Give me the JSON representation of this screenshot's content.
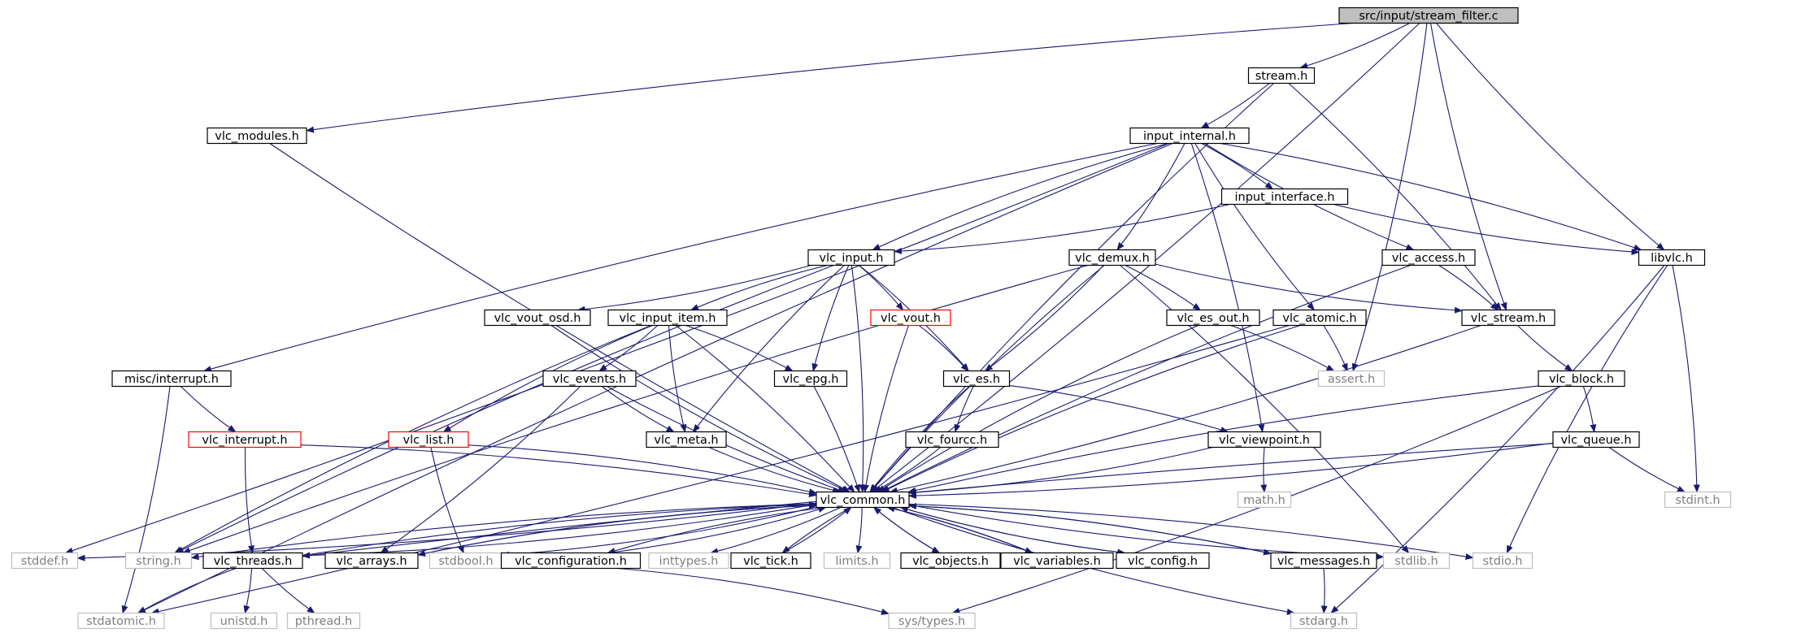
{
  "title": "src/input/stream_filter.c",
  "colors": {
    "edge": "#191970",
    "node_border": "#000000",
    "node_border_missing": "#bfbfbf",
    "node_border_truncated": "#ff0000",
    "root_fill": "#bfbfbf",
    "text": "#000000",
    "text_missing": "#7f7f7f"
  },
  "nodes": [
    {
      "id": "root",
      "label": "src/input/stream_filter.c",
      "style": "root"
    },
    {
      "id": "stream_h",
      "label": "stream.h",
      "style": "normal"
    },
    {
      "id": "vlc_modules_h",
      "label": "vlc_modules.h",
      "style": "normal"
    },
    {
      "id": "input_internal_h",
      "label": "input_internal.h",
      "style": "normal"
    },
    {
      "id": "input_interface_h",
      "label": "input_interface.h",
      "style": "normal"
    },
    {
      "id": "vlc_input_h",
      "label": "vlc_input.h",
      "style": "normal"
    },
    {
      "id": "vlc_demux_h",
      "label": "vlc_demux.h",
      "style": "normal"
    },
    {
      "id": "vlc_access_h",
      "label": "vlc_access.h",
      "style": "normal"
    },
    {
      "id": "libvlc_h",
      "label": "libvlc.h",
      "style": "normal"
    },
    {
      "id": "vlc_vout_osd_h",
      "label": "vlc_vout_osd.h",
      "style": "normal"
    },
    {
      "id": "vlc_input_item_h",
      "label": "vlc_input_item.h",
      "style": "normal"
    },
    {
      "id": "vlc_vout_h",
      "label": "vlc_vout.h",
      "style": "truncated"
    },
    {
      "id": "vlc_es_out_h",
      "label": "vlc_es_out.h",
      "style": "normal"
    },
    {
      "id": "vlc_atomic_h",
      "label": "vlc_atomic.h",
      "style": "normal"
    },
    {
      "id": "vlc_stream_h",
      "label": "vlc_stream.h",
      "style": "normal"
    },
    {
      "id": "misc_interrupt_h",
      "label": "misc/interrupt.h",
      "style": "normal"
    },
    {
      "id": "vlc_events_h",
      "label": "vlc_events.h",
      "style": "normal"
    },
    {
      "id": "vlc_epg_h",
      "label": "vlc_epg.h",
      "style": "normal"
    },
    {
      "id": "vlc_es_h",
      "label": "vlc_es.h",
      "style": "normal"
    },
    {
      "id": "assert_h",
      "label": "assert.h",
      "style": "missing"
    },
    {
      "id": "vlc_block_h",
      "label": "vlc_block.h",
      "style": "normal"
    },
    {
      "id": "vlc_interrupt_h",
      "label": "vlc_interrupt.h",
      "style": "truncated"
    },
    {
      "id": "vlc_list_h",
      "label": "vlc_list.h",
      "style": "truncated"
    },
    {
      "id": "vlc_meta_h",
      "label": "vlc_meta.h",
      "style": "normal"
    },
    {
      "id": "vlc_fourcc_h",
      "label": "vlc_fourcc.h",
      "style": "normal"
    },
    {
      "id": "vlc_viewpoint_h",
      "label": "vlc_viewpoint.h",
      "style": "normal"
    },
    {
      "id": "vlc_queue_h",
      "label": "vlc_queue.h",
      "style": "normal"
    },
    {
      "id": "math_h",
      "label": "math.h",
      "style": "missing"
    },
    {
      "id": "stdint_h",
      "label": "stdint.h",
      "style": "missing"
    },
    {
      "id": "vlc_common_h",
      "label": "vlc_common.h",
      "style": "normal"
    },
    {
      "id": "stddef_h",
      "label": "stddef.h",
      "style": "missing"
    },
    {
      "id": "string_h",
      "label": "string.h",
      "style": "missing"
    },
    {
      "id": "vlc_threads_h",
      "label": "vlc_threads.h",
      "style": "normal"
    },
    {
      "id": "vlc_arrays_h",
      "label": "vlc_arrays.h",
      "style": "normal"
    },
    {
      "id": "stdbool_h",
      "label": "stdbool.h",
      "style": "missing"
    },
    {
      "id": "vlc_configuration_h",
      "label": "vlc_configuration.h",
      "style": "normal"
    },
    {
      "id": "inttypes_h",
      "label": "inttypes.h",
      "style": "missing"
    },
    {
      "id": "vlc_tick_h",
      "label": "vlc_tick.h",
      "style": "normal"
    },
    {
      "id": "limits_h",
      "label": "limits.h",
      "style": "missing"
    },
    {
      "id": "vlc_objects_h",
      "label": "vlc_objects.h",
      "style": "normal"
    },
    {
      "id": "vlc_variables_h",
      "label": "vlc_variables.h",
      "style": "normal"
    },
    {
      "id": "vlc_config_h",
      "label": "vlc_config.h",
      "style": "normal"
    },
    {
      "id": "vlc_messages_h",
      "label": "vlc_messages.h",
      "style": "normal"
    },
    {
      "id": "stdlib_h",
      "label": "stdlib.h",
      "style": "missing"
    },
    {
      "id": "stdio_h",
      "label": "stdio.h",
      "style": "missing"
    },
    {
      "id": "stdatomic_h",
      "label": "stdatomic.h",
      "style": "missing"
    },
    {
      "id": "unistd_h",
      "label": "unistd.h",
      "style": "missing"
    },
    {
      "id": "pthread_h",
      "label": "pthread.h",
      "style": "missing"
    },
    {
      "id": "sys_types_h",
      "label": "sys/types.h",
      "style": "missing"
    },
    {
      "id": "stdarg_h",
      "label": "stdarg.h",
      "style": "missing"
    }
  ],
  "edges": [
    [
      "root",
      "stream_h"
    ],
    [
      "root",
      "vlc_modules_h"
    ],
    [
      "root",
      "vlc_common_h"
    ],
    [
      "root",
      "vlc_stream_h"
    ],
    [
      "root",
      "assert_h"
    ],
    [
      "root",
      "libvlc_h"
    ],
    [
      "stream_h",
      "input_internal_h"
    ],
    [
      "stream_h",
      "vlc_common_h"
    ],
    [
      "stream_h",
      "vlc_stream_h"
    ],
    [
      "vlc_modules_h",
      "vlc_common_h"
    ],
    [
      "input_internal_h",
      "input_interface_h"
    ],
    [
      "input_internal_h",
      "vlc_input_h"
    ],
    [
      "input_internal_h",
      "vlc_demux_h"
    ],
    [
      "input_internal_h",
      "vlc_access_h"
    ],
    [
      "input_internal_h",
      "libvlc_h"
    ],
    [
      "input_internal_h",
      "vlc_atomic_h"
    ],
    [
      "input_internal_h",
      "vlc_viewpoint_h"
    ],
    [
      "input_internal_h",
      "misc_interrupt_h"
    ],
    [
      "input_internal_h",
      "stddef_h"
    ],
    [
      "input_internal_h",
      "stdatomic_h"
    ],
    [
      "input_interface_h",
      "vlc_input_h"
    ],
    [
      "input_interface_h",
      "libvlc_h"
    ],
    [
      "vlc_input_h",
      "vlc_vout_osd_h"
    ],
    [
      "vlc_input_h",
      "vlc_input_item_h"
    ],
    [
      "vlc_input_h",
      "vlc_vout_h"
    ],
    [
      "vlc_input_h",
      "vlc_epg_h"
    ],
    [
      "vlc_input_h",
      "vlc_es_h"
    ],
    [
      "vlc_input_h",
      "vlc_meta_h"
    ],
    [
      "vlc_input_h",
      "vlc_common_h"
    ],
    [
      "vlc_input_h",
      "string_h"
    ],
    [
      "vlc_demux_h",
      "vlc_es_out_h"
    ],
    [
      "vlc_demux_h",
      "vlc_stream_h"
    ],
    [
      "vlc_demux_h",
      "vlc_es_h"
    ],
    [
      "vlc_demux_h",
      "vlc_common_h"
    ],
    [
      "vlc_demux_h",
      "stdlib_h"
    ],
    [
      "vlc_demux_h",
      "string_h"
    ],
    [
      "vlc_access_h",
      "vlc_stream_h"
    ],
    [
      "vlc_access_h",
      "vlc_common_h"
    ],
    [
      "libvlc_h",
      "stdint_h"
    ],
    [
      "libvlc_h",
      "stdio_h"
    ],
    [
      "libvlc_h",
      "stdarg_h"
    ],
    [
      "vlc_vout_osd_h",
      "vlc_common_h"
    ],
    [
      "vlc_input_item_h",
      "vlc_events_h"
    ],
    [
      "vlc_input_item_h",
      "vlc_meta_h"
    ],
    [
      "vlc_input_item_h",
      "vlc_epg_h"
    ],
    [
      "vlc_input_item_h",
      "vlc_list_h"
    ],
    [
      "vlc_input_item_h",
      "vlc_common_h"
    ],
    [
      "vlc_input_item_h",
      "string_h"
    ],
    [
      "vlc_vout_h",
      "vlc_es_h"
    ],
    [
      "vlc_vout_h",
      "vlc_common_h"
    ],
    [
      "vlc_es_out_h",
      "assert_h"
    ],
    [
      "vlc_es_out_h",
      "vlc_common_h"
    ],
    [
      "vlc_atomic_h",
      "assert_h"
    ],
    [
      "vlc_atomic_h",
      "vlc_common_h"
    ],
    [
      "vlc_atomic_h",
      "stdatomic_h"
    ],
    [
      "vlc_stream_h",
      "vlc_block_h"
    ],
    [
      "vlc_stream_h",
      "vlc_common_h"
    ],
    [
      "misc_interrupt_h",
      "vlc_interrupt_h"
    ],
    [
      "misc_interrupt_h",
      "stdatomic_h"
    ],
    [
      "vlc_events_h",
      "vlc_meta_h"
    ],
    [
      "vlc_events_h",
      "vlc_arrays_h"
    ],
    [
      "vlc_events_h",
      "vlc_common_h"
    ],
    [
      "vlc_epg_h",
      "vlc_common_h"
    ],
    [
      "vlc_es_h",
      "vlc_fourcc_h"
    ],
    [
      "vlc_es_h",
      "vlc_viewpoint_h"
    ],
    [
      "vlc_es_h",
      "vlc_common_h"
    ],
    [
      "vlc_block_h",
      "vlc_queue_h"
    ],
    [
      "vlc_block_h",
      "vlc_common_h"
    ],
    [
      "vlc_block_h",
      "sys_types_h"
    ],
    [
      "vlc_interrupt_h",
      "vlc_threads_h"
    ],
    [
      "vlc_interrupt_h",
      "vlc_common_h"
    ],
    [
      "vlc_list_h",
      "stdbool_h"
    ],
    [
      "vlc_list_h",
      "vlc_common_h"
    ],
    [
      "vlc_meta_h",
      "vlc_common_h"
    ],
    [
      "vlc_fourcc_h",
      "vlc_common_h"
    ],
    [
      "vlc_viewpoint_h",
      "math_h"
    ],
    [
      "vlc_viewpoint_h",
      "vlc_common_h"
    ],
    [
      "vlc_queue_h",
      "stdint_h"
    ],
    [
      "vlc_queue_h",
      "vlc_common_h"
    ],
    [
      "vlc_queue_h",
      "vlc_threads_h"
    ],
    [
      "vlc_common_h",
      "stddef_h"
    ],
    [
      "vlc_common_h",
      "string_h"
    ],
    [
      "vlc_common_h",
      "vlc_threads_h"
    ],
    [
      "vlc_common_h",
      "vlc_arrays_h"
    ],
    [
      "vlc_common_h",
      "stdbool_h"
    ],
    [
      "vlc_common_h",
      "vlc_configuration_h"
    ],
    [
      "vlc_common_h",
      "inttypes_h"
    ],
    [
      "vlc_common_h",
      "vlc_tick_h"
    ],
    [
      "vlc_common_h",
      "limits_h"
    ],
    [
      "vlc_common_h",
      "vlc_objects_h"
    ],
    [
      "vlc_common_h",
      "vlc_variables_h"
    ],
    [
      "vlc_common_h",
      "vlc_config_h"
    ],
    [
      "vlc_common_h",
      "vlc_messages_h"
    ],
    [
      "vlc_common_h",
      "stdlib_h"
    ],
    [
      "vlc_common_h",
      "stdio_h"
    ],
    [
      "vlc_common_h",
      "stdarg_h"
    ],
    [
      "vlc_threads_h",
      "vlc_common_h"
    ],
    [
      "vlc_threads_h",
      "stdatomic_h"
    ],
    [
      "vlc_threads_h",
      "unistd_h"
    ],
    [
      "vlc_threads_h",
      "pthread_h"
    ],
    [
      "vlc_arrays_h",
      "vlc_common_h"
    ],
    [
      "vlc_configuration_h",
      "vlc_common_h"
    ],
    [
      "vlc_configuration_h",
      "sys_types_h"
    ],
    [
      "vlc_tick_h",
      "vlc_common_h"
    ],
    [
      "vlc_objects_h",
      "vlc_common_h"
    ],
    [
      "vlc_variables_h",
      "vlc_common_h"
    ],
    [
      "vlc_config_h",
      "vlc_common_h"
    ],
    [
      "vlc_messages_h",
      "vlc_common_h"
    ],
    [
      "vlc_messages_h",
      "stdarg_h"
    ]
  ]
}
